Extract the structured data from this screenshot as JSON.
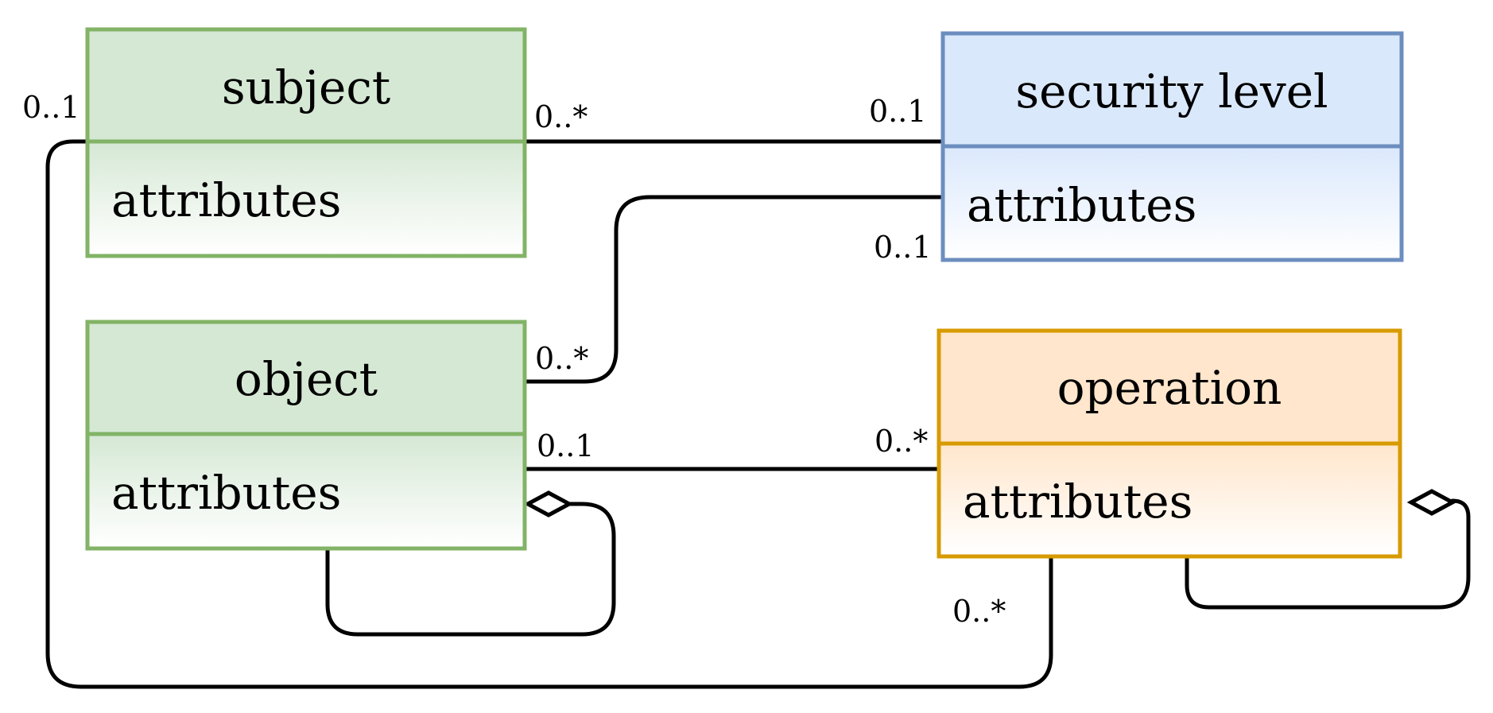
{
  "classes": {
    "subject": {
      "name": "subject",
      "attributes": "attributes",
      "fill": "#d5e8d4",
      "stroke": "#82b366"
    },
    "security_level": {
      "name": "security level",
      "attributes": "attributes",
      "fill": "#dae8fc",
      "stroke": "#6c8ebf"
    },
    "object": {
      "name": "object",
      "attributes": "attributes",
      "fill": "#d5e8d4",
      "stroke": "#82b366"
    },
    "operation": {
      "name": "operation",
      "attributes": "attributes",
      "fill": "#ffe6cc",
      "stroke": "#d79b00"
    }
  },
  "associations": {
    "subject_security": {
      "subject_end": "0..*",
      "security_end": "0..1"
    },
    "object_security": {
      "object_end": "0..*",
      "security_end": "0..1"
    },
    "object_operation": {
      "object_end": "0..1",
      "operation_end": "0..*"
    },
    "subject_operation": {
      "subject_end": "0..1",
      "operation_end": "0..*"
    },
    "object_self_aggregation": {
      "kind": "aggregation"
    },
    "operation_self_aggregation": {
      "kind": "aggregation"
    }
  }
}
